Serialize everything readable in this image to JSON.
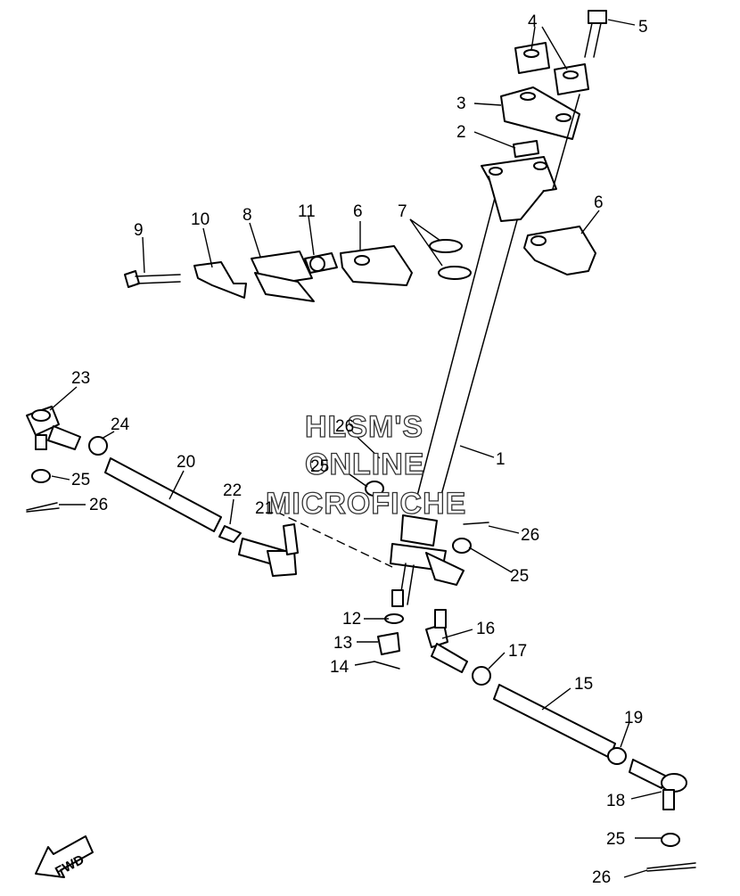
{
  "watermark": {
    "line1": "HLSM'S",
    "line2": "ONLINE",
    "line3": "MICROFICHE"
  },
  "direction_label": "FWD",
  "callouts": [
    "1",
    "2",
    "3",
    "4",
    "5",
    "6",
    "6",
    "7",
    "8",
    "9",
    "10",
    "11",
    "12",
    "13",
    "14",
    "15",
    "16",
    "17",
    "18",
    "19",
    "20",
    "21",
    "22",
    "23",
    "24",
    "25",
    "25",
    "25",
    "25",
    "25",
    "26",
    "26",
    "26",
    "26",
    "26"
  ]
}
